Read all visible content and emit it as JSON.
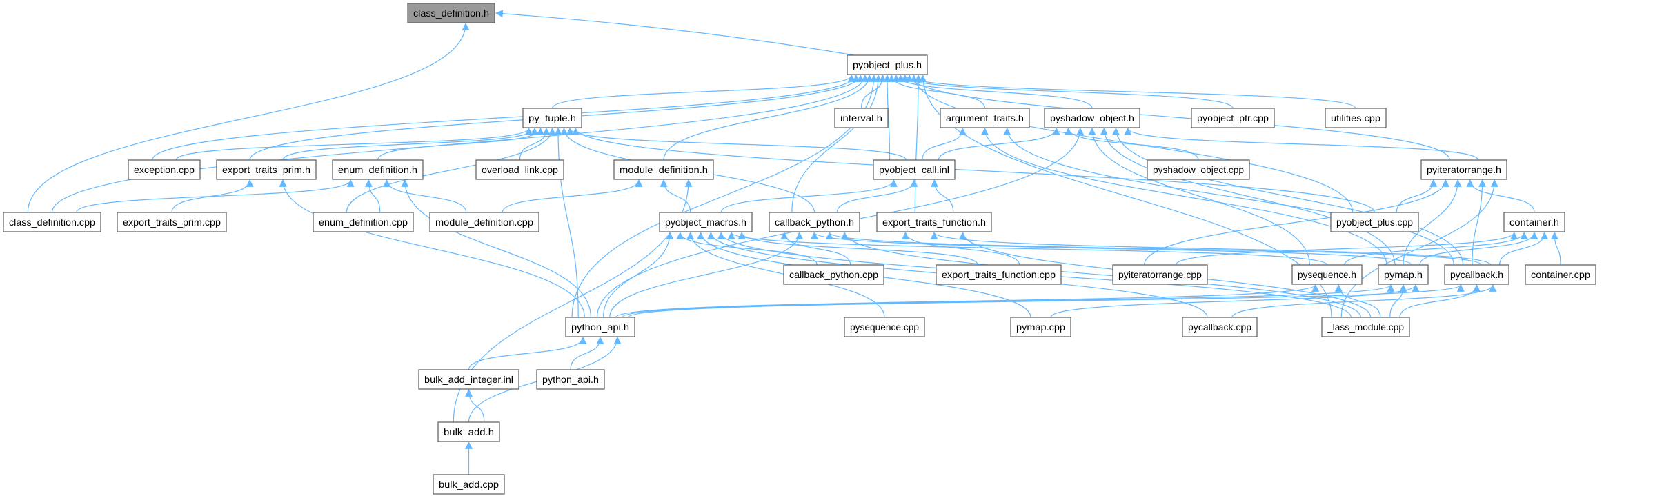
{
  "title": "class_definition.h",
  "colors": {
    "edge": "#63b8ff",
    "node_border": "#666666",
    "root_fill": "#999999",
    "node_fill": "#ffffff"
  },
  "nodes": [
    {
      "id": "cdh",
      "label": "class_definition.h",
      "root": true
    },
    {
      "id": "pph",
      "label": "pyobject_plus.h"
    },
    {
      "id": "pt",
      "label": "py_tuple.h"
    },
    {
      "id": "int",
      "label": "interval.h"
    },
    {
      "id": "at",
      "label": "argument_traits.h"
    },
    {
      "id": "psh",
      "label": "pyshadow_object.h"
    },
    {
      "id": "ppc",
      "label": "pyobject_ptr.cpp"
    },
    {
      "id": "ut",
      "label": "utilities.cpp"
    },
    {
      "id": "exc",
      "label": "exception.cpp"
    },
    {
      "id": "etph",
      "label": "export_traits_prim.h"
    },
    {
      "id": "edh",
      "label": "enum_definition.h"
    },
    {
      "id": "ol",
      "label": "overload_link.cpp"
    },
    {
      "id": "mdh",
      "label": "module_definition.h"
    },
    {
      "id": "pci",
      "label": "pyobject_call.inl"
    },
    {
      "id": "pshc",
      "label": "pyshadow_object.cpp"
    },
    {
      "id": "pir",
      "label": "pyiteratorrange.h"
    },
    {
      "id": "cdc",
      "label": "class_definition.cpp"
    },
    {
      "id": "etpc",
      "label": "export_traits_prim.cpp"
    },
    {
      "id": "edc",
      "label": "enum_definition.cpp"
    },
    {
      "id": "mdc",
      "label": "module_definition.cpp"
    },
    {
      "id": "pmh",
      "label": "pyobject_macros.h"
    },
    {
      "id": "cph",
      "label": "callback_python.h"
    },
    {
      "id": "etfh",
      "label": "export_traits_function.h"
    },
    {
      "id": "ppcpp",
      "label": "pyobject_plus.cpp"
    },
    {
      "id": "ch",
      "label": "container.h"
    },
    {
      "id": "cpc",
      "label": "callback_python.cpp"
    },
    {
      "id": "etfc",
      "label": "export_traits_function.cpp"
    },
    {
      "id": "pirc",
      "label": "pyiteratorrange.cpp"
    },
    {
      "id": "psq",
      "label": "pysequence.h"
    },
    {
      "id": "pm",
      "label": "pymap.h"
    },
    {
      "id": "pcb",
      "label": "pycallback.h"
    },
    {
      "id": "cc",
      "label": "container.cpp"
    },
    {
      "id": "pa",
      "label": "python_api.h"
    },
    {
      "id": "psqc",
      "label": "pysequence.cpp"
    },
    {
      "id": "pmc",
      "label": "pymap.cpp"
    },
    {
      "id": "pcbc",
      "label": "pycallback.cpp"
    },
    {
      "id": "lm",
      "label": "_lass_module.cpp"
    },
    {
      "id": "bai",
      "label": "bulk_add_integer.inl"
    },
    {
      "id": "pa2",
      "label": "python_api.h"
    },
    {
      "id": "bah",
      "label": "bulk_add.h"
    },
    {
      "id": "bac",
      "label": "bulk_add.cpp"
    }
  ],
  "edges": [
    [
      "pph",
      "cdh"
    ],
    [
      "cdc",
      "cdh"
    ],
    [
      "pt",
      "pph"
    ],
    [
      "exc",
      "pph"
    ],
    [
      "etph",
      "pph"
    ],
    [
      "cdc",
      "pph"
    ],
    [
      "mdh",
      "pph"
    ],
    [
      "pa",
      "pph"
    ],
    [
      "cph",
      "pph"
    ],
    [
      "int",
      "pph"
    ],
    [
      "pci",
      "pph"
    ],
    [
      "at",
      "pph"
    ],
    [
      "psh",
      "pph"
    ],
    [
      "ppc",
      "pph"
    ],
    [
      "ut",
      "pph"
    ],
    [
      "pir",
      "pph"
    ],
    [
      "ppcpp",
      "pph"
    ],
    [
      "etfh",
      "pph"
    ],
    [
      "lm",
      "pph"
    ],
    [
      "exc",
      "pt"
    ],
    [
      "etph",
      "pt"
    ],
    [
      "edh",
      "pt"
    ],
    [
      "ol",
      "pt"
    ],
    [
      "edc",
      "pt"
    ],
    [
      "pa",
      "pt"
    ],
    [
      "cph",
      "pt"
    ],
    [
      "pci",
      "pt"
    ],
    [
      "ppcpp",
      "pt"
    ],
    [
      "etpc",
      "etph"
    ],
    [
      "pa",
      "etph"
    ],
    [
      "cdc",
      "edh"
    ],
    [
      "edc",
      "edh"
    ],
    [
      "mdc",
      "edh"
    ],
    [
      "pa",
      "edh"
    ],
    [
      "mdc",
      "mdh"
    ],
    [
      "pmh",
      "mdh"
    ],
    [
      "bah",
      "mdh"
    ],
    [
      "pmh",
      "pci"
    ],
    [
      "cph",
      "pci"
    ],
    [
      "etfh",
      "pci"
    ],
    [
      "pci",
      "at"
    ],
    [
      "pm",
      "at"
    ],
    [
      "pcb",
      "at"
    ],
    [
      "pci",
      "psh"
    ],
    [
      "pshc",
      "psh"
    ],
    [
      "pa",
      "psh"
    ],
    [
      "psq",
      "psh"
    ],
    [
      "pm",
      "psh"
    ],
    [
      "pcb",
      "psh"
    ],
    [
      "pir",
      "psh"
    ],
    [
      "ppcpp",
      "pir"
    ],
    [
      "pirc",
      "pir"
    ],
    [
      "pm",
      "pir"
    ],
    [
      "ch",
      "pir"
    ],
    [
      "pcb",
      "pir"
    ],
    [
      "lm",
      "pir"
    ],
    [
      "pa",
      "pmh"
    ],
    [
      "cpc",
      "pmh"
    ],
    [
      "psqc",
      "pmh"
    ],
    [
      "pmc",
      "pmh"
    ],
    [
      "pcbc",
      "pmh"
    ],
    [
      "lm",
      "pmh"
    ],
    [
      "psq",
      "pmh"
    ],
    [
      "etfc",
      "pmh"
    ],
    [
      "cpc",
      "cph"
    ],
    [
      "pa",
      "cph"
    ],
    [
      "pm",
      "cph"
    ],
    [
      "pcb",
      "cph"
    ],
    [
      "lm",
      "cph"
    ],
    [
      "etfc",
      "etfh"
    ],
    [
      "pcb",
      "etfh"
    ],
    [
      "lm",
      "etfh"
    ],
    [
      "pirc",
      "ch"
    ],
    [
      "psq",
      "ch"
    ],
    [
      "pm",
      "ch"
    ],
    [
      "pcb",
      "ch"
    ],
    [
      "cc",
      "ch"
    ],
    [
      "pa",
      "psq"
    ],
    [
      "lm",
      "psq"
    ],
    [
      "pa",
      "pm"
    ],
    [
      "lm",
      "pm"
    ],
    [
      "pmc",
      "pm"
    ],
    [
      "pa",
      "pcb"
    ],
    [
      "lm",
      "pcb"
    ],
    [
      "pcbc",
      "pcb"
    ],
    [
      "bai",
      "pa"
    ],
    [
      "pa2",
      "pa"
    ],
    [
      "bah",
      "pa"
    ],
    [
      "bah",
      "bai"
    ],
    [
      "bac",
      "bah"
    ]
  ]
}
